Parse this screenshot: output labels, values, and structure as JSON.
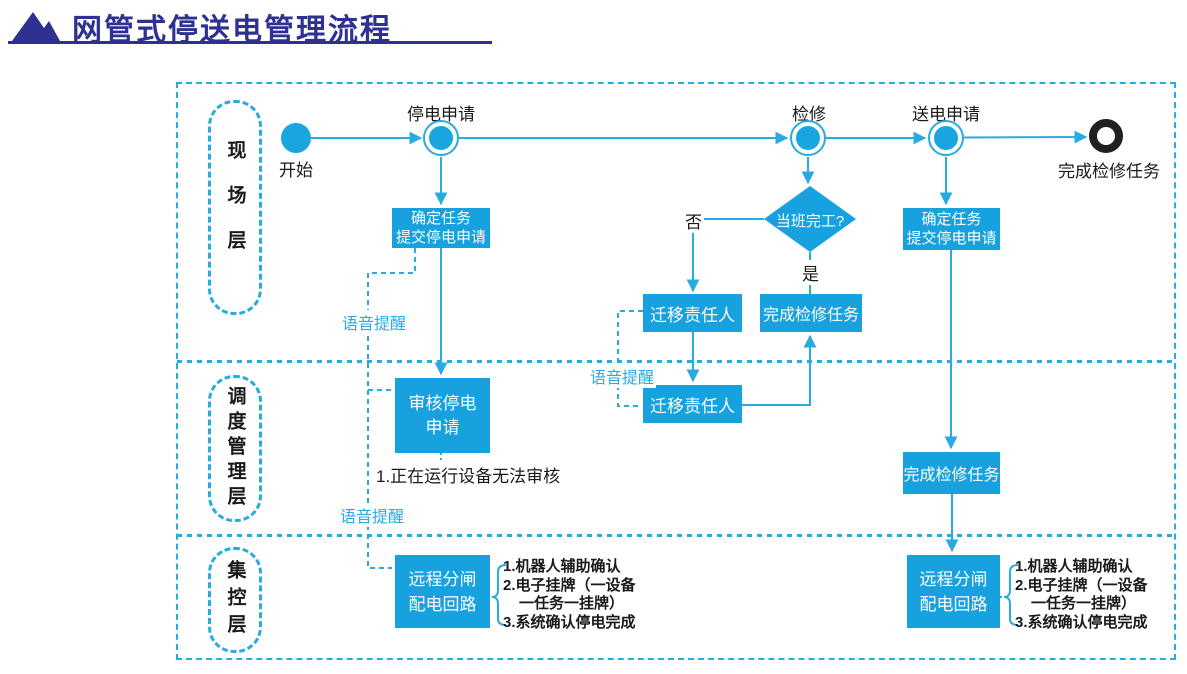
{
  "title": "网管式停送电管理流程",
  "colors": {
    "accent_line": "#29ABE2",
    "box_fill": "#17A2DF",
    "title_navy": "#2E3192",
    "end_ring_black": "#231F20"
  },
  "lanes": [
    {
      "label": "现场层"
    },
    {
      "label": "调度管理层"
    },
    {
      "label": "集控层"
    }
  ],
  "flow": {
    "start_label": "开始",
    "event_nodes": [
      {
        "label": "停电申请"
      },
      {
        "label": "检修"
      },
      {
        "label": "送电申请"
      }
    ],
    "end_label": "完成检修任务",
    "decision": {
      "label": "当班完工?",
      "branch_no": "否",
      "branch_yes": "是"
    }
  },
  "boxes": {
    "confirm_task_left": {
      "line1": "确定任务",
      "line2": "提交停电申请"
    },
    "migrate_1": {
      "label": "迁移责任人"
    },
    "complete_mid": {
      "label": "完成检修任务"
    },
    "migrate_2": {
      "label": "迁移责任人"
    },
    "review": {
      "line1": "审核停电",
      "line2": "申请"
    },
    "confirm_task_right": {
      "line1": "确定任务",
      "line2": "提交停电申请"
    },
    "complete_right": {
      "label": "完成检修任务"
    },
    "remote_left": {
      "line1": "远程分闸",
      "line2": "配电回路",
      "notes": [
        "1.机器人辅助确认",
        "2.电子挂牌（一设备",
        "一任务一挂牌）",
        "3.系统确认停电完成"
      ]
    },
    "remote_right": {
      "line1": "远程分闸",
      "line2": "配电回路",
      "notes": [
        "1.机器人辅助确认",
        "2.电子挂牌（一设备",
        "一任务一挂牌）",
        "3.系统确认停电完成"
      ]
    }
  },
  "annotations": {
    "review_note": "1.正在运行设备无法审核",
    "voice_reminder_1": "语音提醒",
    "voice_reminder_2": "语音提醒",
    "voice_reminder_3": "语音提醒"
  }
}
